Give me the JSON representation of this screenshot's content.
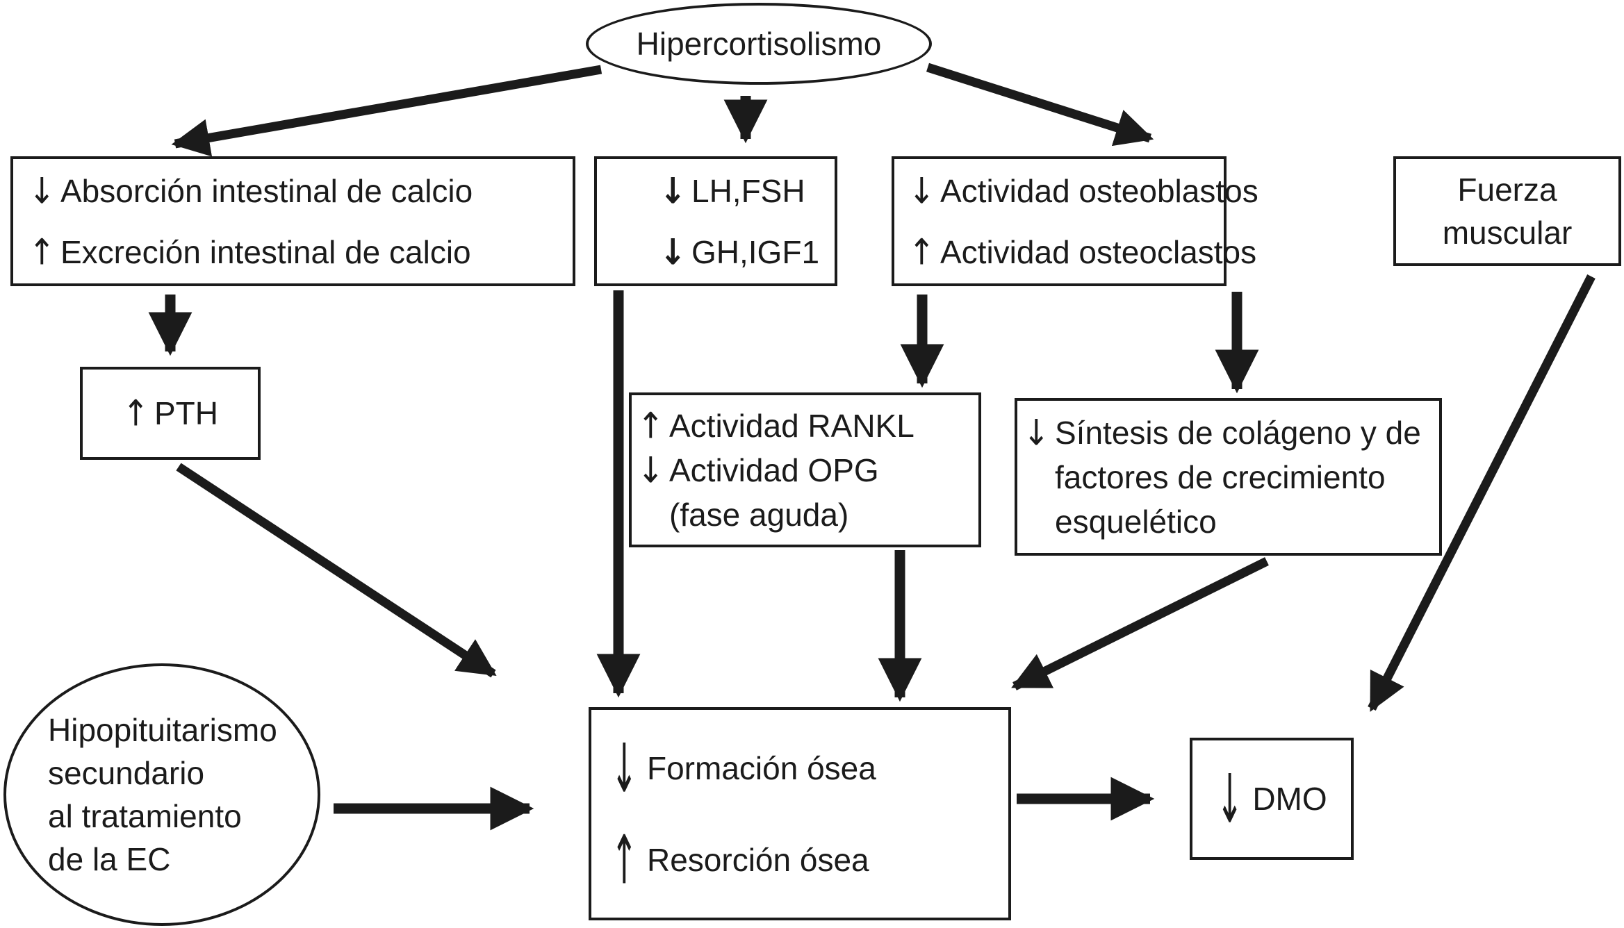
{
  "colors": {
    "ink": "#1b1b1b",
    "background": "#ffffff"
  },
  "nodes": {
    "hipercortisolismo": {
      "label": "Hipercortisolismo"
    },
    "calcio": {
      "lines": [
        {
          "arrow": "↓",
          "text": "Absorción intestinal de calcio"
        },
        {
          "arrow": "↑",
          "text": "Excreción intestinal de calcio"
        }
      ]
    },
    "hormonas": {
      "lines": [
        {
          "arrow": "↓",
          "text": "LH,FSH"
        },
        {
          "arrow": "↓",
          "text": "GH,IGF1"
        }
      ]
    },
    "actividad_osea": {
      "lines": [
        {
          "arrow": "↓",
          "text": "Actividad osteoblastos"
        },
        {
          "arrow": "↑",
          "text": "Actividad osteoclastos"
        }
      ]
    },
    "fuerza": {
      "lines": [
        {
          "text": "Fuerza"
        },
        {
          "text": "muscular"
        }
      ]
    },
    "pth": {
      "lines": [
        {
          "arrow": "↑",
          "text": "PTH"
        }
      ]
    },
    "rankl": {
      "lines": [
        {
          "arrow": "↑",
          "text": "Actividad RANKL"
        },
        {
          "arrow": "↓",
          "text": "Actividad OPG"
        },
        {
          "arrow": "",
          "text": "(fase aguda)"
        }
      ]
    },
    "sintesis": {
      "lines": [
        {
          "arrow": "↓",
          "text": "Síntesis de colágeno y de"
        },
        {
          "arrow": "",
          "text": "factores de crecimiento"
        },
        {
          "arrow": "",
          "text": "esquelético"
        }
      ]
    },
    "hipopituitarismo": {
      "lines": [
        {
          "text": "Hipopituitarismo"
        },
        {
          "text": "secundario"
        },
        {
          "text": "al tratamiento"
        },
        {
          "text": "de la EC"
        }
      ]
    },
    "remodelado": {
      "lines": [
        {
          "arrow": "↓",
          "text": "Formación ósea"
        },
        {
          "arrow": "↑",
          "text": "Resorción ósea"
        }
      ]
    },
    "dmo": {
      "lines": [
        {
          "arrow": "↓",
          "text": "DMO"
        }
      ]
    }
  }
}
